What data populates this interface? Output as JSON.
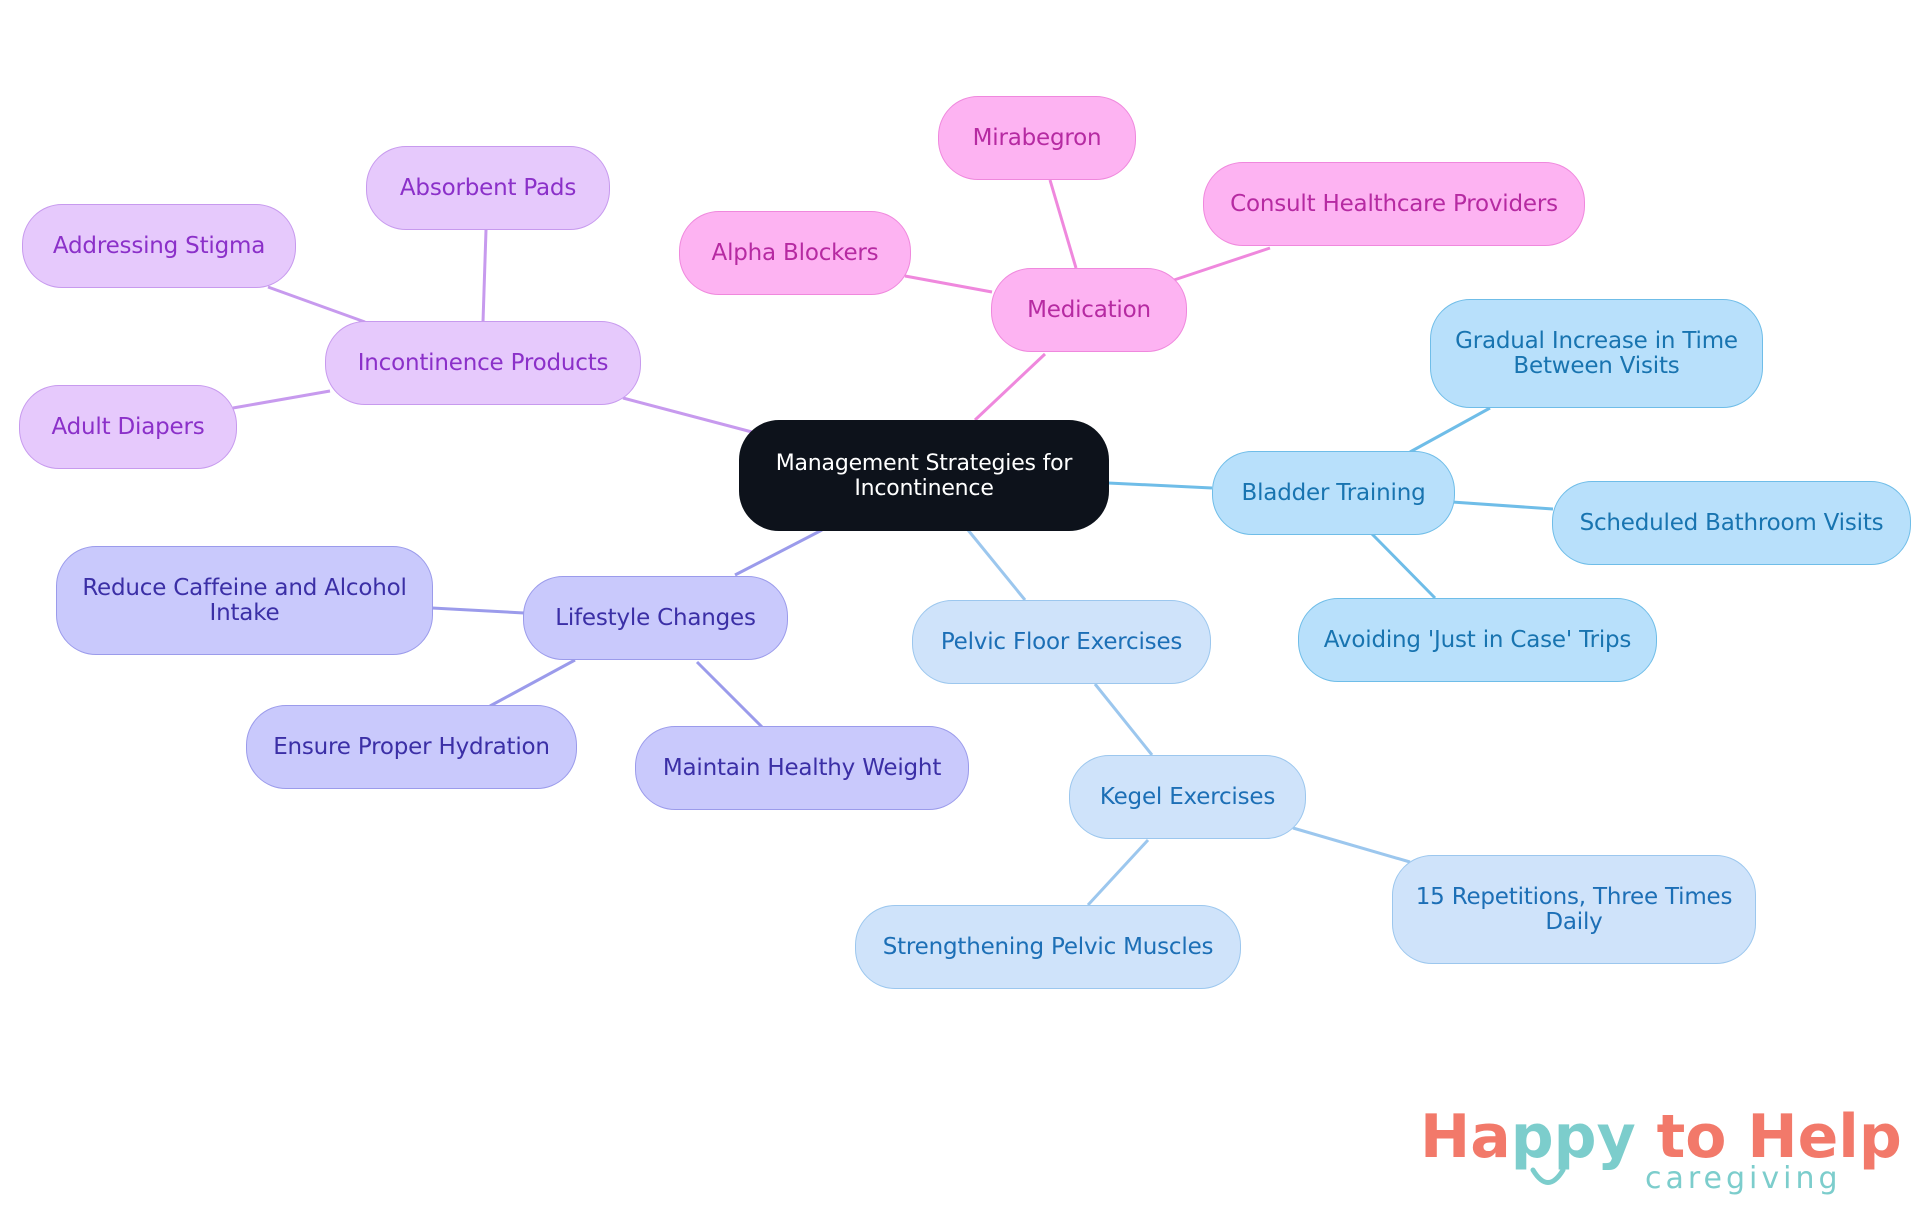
{
  "diagram": {
    "root": {
      "label": "Management Strategies for Incontinence"
    },
    "branches": [
      {
        "key": "medication",
        "label": "Medication",
        "color": "#ef88dd",
        "children": [
          "Mirabegron",
          "Consult Healthcare Providers",
          "Alpha Blockers"
        ]
      },
      {
        "key": "bladder",
        "label": "Bladder Training",
        "color": "#6fbde8",
        "children": [
          "Gradual Increase in Time Between Visits",
          "Scheduled Bathroom Visits",
          "Avoiding 'Just in Case' Trips"
        ]
      },
      {
        "key": "pelvic",
        "label": "Pelvic Floor Exercises",
        "color": "#9cc7ee",
        "children": [
          "Kegel Exercises"
        ],
        "grandchildren": [
          "Strengthening Pelvic Muscles",
          "15 Repetitions, Three Times Daily"
        ]
      },
      {
        "key": "lifestyle",
        "label": "Lifestyle Changes",
        "color": "#9b9beb",
        "children": [
          "Reduce Caffeine and Alcohol Intake",
          "Ensure Proper Hydration",
          "Maintain Healthy Weight"
        ]
      },
      {
        "key": "products",
        "label": "Incontinence Products",
        "color": "#c79aee",
        "children": [
          "Absorbent Pads",
          "Addressing Stigma",
          "Adult Diapers"
        ]
      }
    ]
  },
  "logo": {
    "title_part1": "Ha",
    "title_part2": "ppy",
    "title_part3": " to Help",
    "subtitle": "caregiving",
    "colors": {
      "coral": "#f2796a",
      "teal": "#7ccdcc"
    }
  }
}
